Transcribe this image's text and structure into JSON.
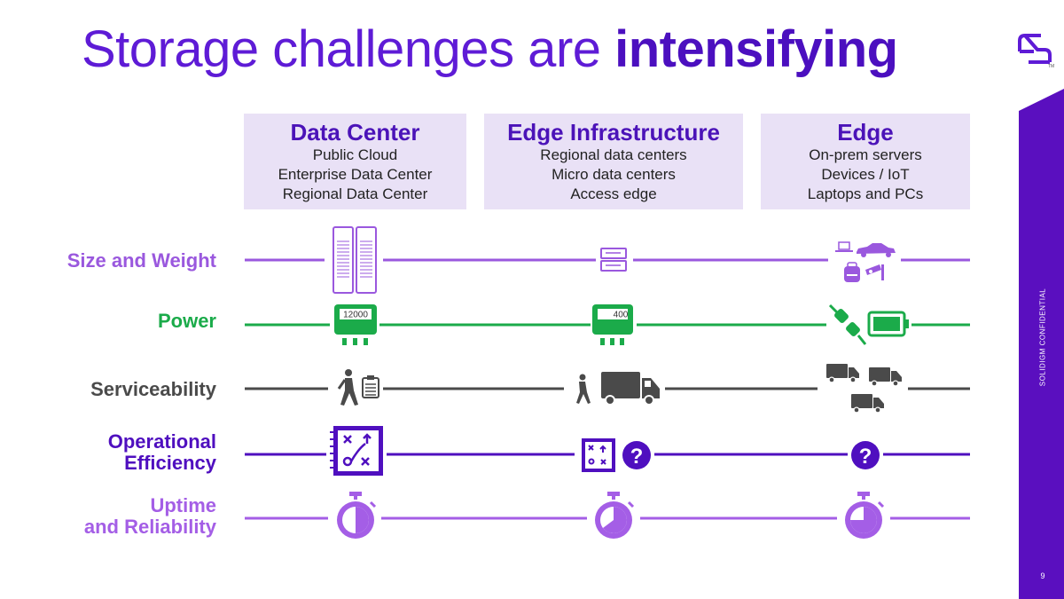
{
  "title": {
    "regular": "Storage challenges are",
    "bold": "intensifying"
  },
  "columns": [
    {
      "heading": "Data Center",
      "lines": [
        "Public Cloud",
        "Enterprise Data Center",
        "Regional Data Center"
      ]
    },
    {
      "heading": "Edge Infrastructure",
      "lines": [
        "Regional data centers",
        "Micro data centers",
        "Access edge"
      ]
    },
    {
      "heading": "Edge",
      "lines": [
        "On-prem servers",
        "Devices / IoT",
        "Laptops and PCs"
      ]
    }
  ],
  "rows": [
    {
      "label": "Size and Weight",
      "color": "#9a58de"
    },
    {
      "label": "Power",
      "color": "#1bab4a"
    },
    {
      "label": "Serviceability",
      "color": "#4a4a4a"
    },
    {
      "label": "Operational Efficiency",
      "line1": "Operational",
      "line2": "Efficiency",
      "color": "#4f0fbf"
    },
    {
      "label": "Uptime and Reliability",
      "line1": "Uptime",
      "line2": "and Reliability",
      "color": "#a45ee6"
    }
  ],
  "power_readings": {
    "data_center": "12000",
    "edge_infrastructure": "400"
  },
  "icons": {
    "size": [
      "server-rack-icon",
      "small-server-icon",
      "laptop-icon",
      "car-icon",
      "backpack-icon",
      "security-camera-icon"
    ],
    "power": [
      "power-meter-icon",
      "power-plug-icon",
      "battery-icon"
    ],
    "service": [
      "technician-walking-icon",
      "clipboard-icon",
      "delivery-truck-icon"
    ],
    "efficiency": [
      "strategy-board-icon",
      "question-icon"
    ],
    "uptime": [
      "stopwatch-icon"
    ]
  },
  "sidebar": {
    "confidential": "SOLIDIGM CONFIDENTIAL",
    "page_number": "9",
    "color": "#5a0fbf"
  },
  "brand_color": "#5e1bd6"
}
